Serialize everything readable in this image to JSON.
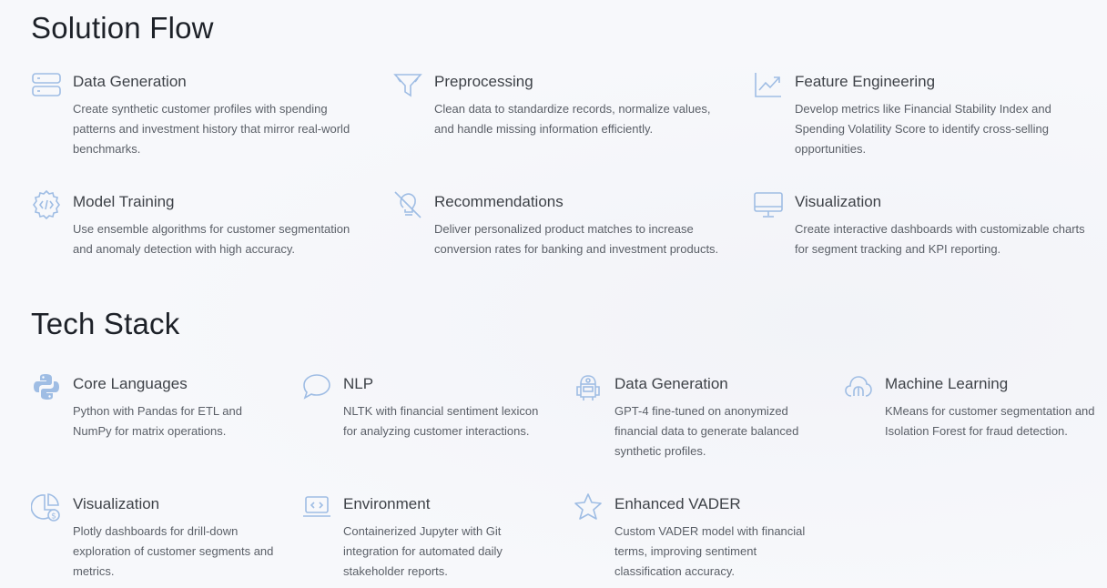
{
  "solution_flow": {
    "title": "Solution Flow",
    "items": [
      {
        "icon": "server-icon",
        "title": "Data Generation",
        "desc": "Create synthetic customer profiles with spending patterns and investment history that mirror real-world benchmarks."
      },
      {
        "icon": "funnel-icon",
        "title": "Preprocessing",
        "desc": "Clean data to standardize records, normalize values, and handle missing information efficiently."
      },
      {
        "icon": "trend-chart-icon",
        "title": "Feature Engineering",
        "desc": "Develop metrics like Financial Stability Index and Spending Volatility Score to identify cross-selling opportunities."
      },
      {
        "icon": "code-gear-icon",
        "title": "Model Training",
        "desc": "Use ensemble algorithms for customer segmentation and anomaly detection with high accuracy."
      },
      {
        "icon": "lightbulb-off-icon",
        "title": "Recommendations",
        "desc": "Deliver personalized product matches to increase conversion rates for banking and investment products."
      },
      {
        "icon": "monitor-icon",
        "title": "Visualization",
        "desc": "Create interactive dashboards with customizable charts for segment tracking and KPI reporting."
      }
    ]
  },
  "tech_stack": {
    "title": "Tech Stack",
    "items": [
      {
        "icon": "python-icon",
        "title": "Core Languages",
        "desc": "Python with Pandas for ETL and NumPy for matrix operations."
      },
      {
        "icon": "chat-bubble-icon",
        "title": "NLP",
        "desc": "NLTK with financial sentiment lexicon for analyzing customer interactions."
      },
      {
        "icon": "robot-icon",
        "title": "Data Generation",
        "desc": "GPT-4 fine-tuned on anonymized financial data to generate balanced synthetic profiles."
      },
      {
        "icon": "cloud-brain-icon",
        "title": "Machine Learning",
        "desc": "KMeans for customer segmentation and Isolation Forest for fraud detection."
      },
      {
        "icon": "pie-dollar-icon",
        "title": "Visualization",
        "desc": "Plotly dashboards for drill-down exploration of customer segments and metrics."
      },
      {
        "icon": "laptop-code-icon",
        "title": "Environment",
        "desc": "Containerized Jupyter with Git integration for automated daily stakeholder reports."
      },
      {
        "icon": "star-icon",
        "title": "Enhanced VADER",
        "desc": "Custom VADER model with financial terms, improving sentiment classification accuracy."
      }
    ]
  },
  "colors": {
    "icon": "#9fbde4",
    "title": "#3e4248",
    "heading": "#1d2128"
  }
}
